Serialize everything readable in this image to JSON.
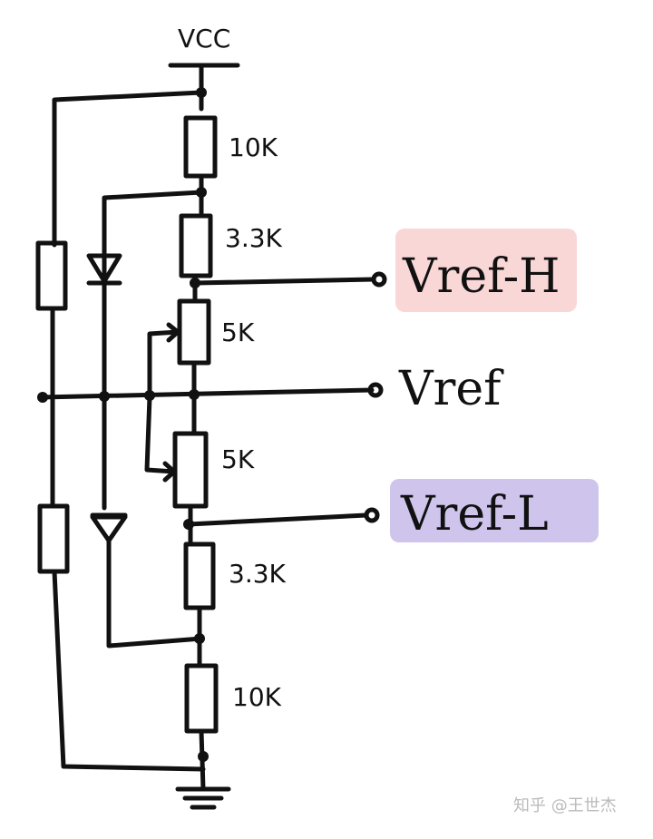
{
  "labels": {
    "vcc": "VCC",
    "r_top": "10K",
    "r_upper": "3.3K",
    "pot_upper": "5K",
    "pot_lower": "5K",
    "r_lower": "3.3K",
    "r_bottom": "10K"
  },
  "outputs": {
    "high": "Vref-H",
    "mid": "Vref",
    "low": "Vref-L"
  },
  "highlight_colors": {
    "high": "#e64a4a",
    "low": "#6a4bc4"
  },
  "watermark": "知乎 @王世杰"
}
